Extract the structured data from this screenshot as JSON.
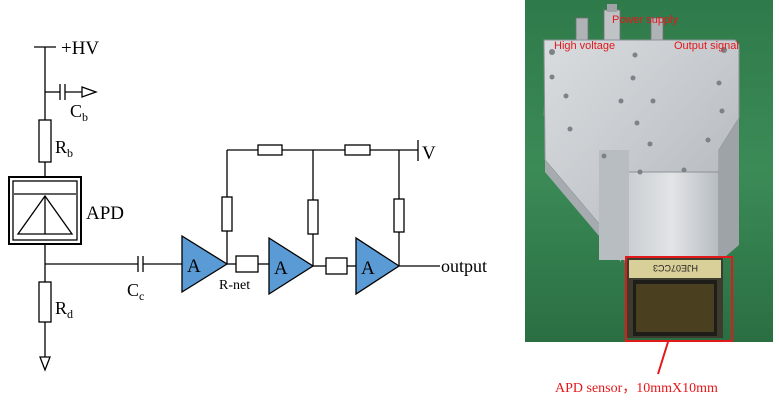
{
  "circuit": {
    "hv_label": "+HV",
    "cb_label": "C",
    "cb_sub": "b",
    "rb_label": "R",
    "rb_sub": "b",
    "apd_label": "APD",
    "rd_label": "R",
    "rd_sub": "d",
    "cc_label": "C",
    "cc_sub": "c",
    "amp_label": "A",
    "rnet_label": "R-net",
    "v_label": "V",
    "output_label": "output",
    "amp_color": "#5b9bd5"
  },
  "photo": {
    "power_label": "Power supply",
    "hv_label": "High voltage",
    "signal_label": "Output signal",
    "sensor_caption": "APD sensor，10mmX10mm",
    "sensor_code": "HJE07CC3",
    "annotation_color": "#e3181b"
  }
}
